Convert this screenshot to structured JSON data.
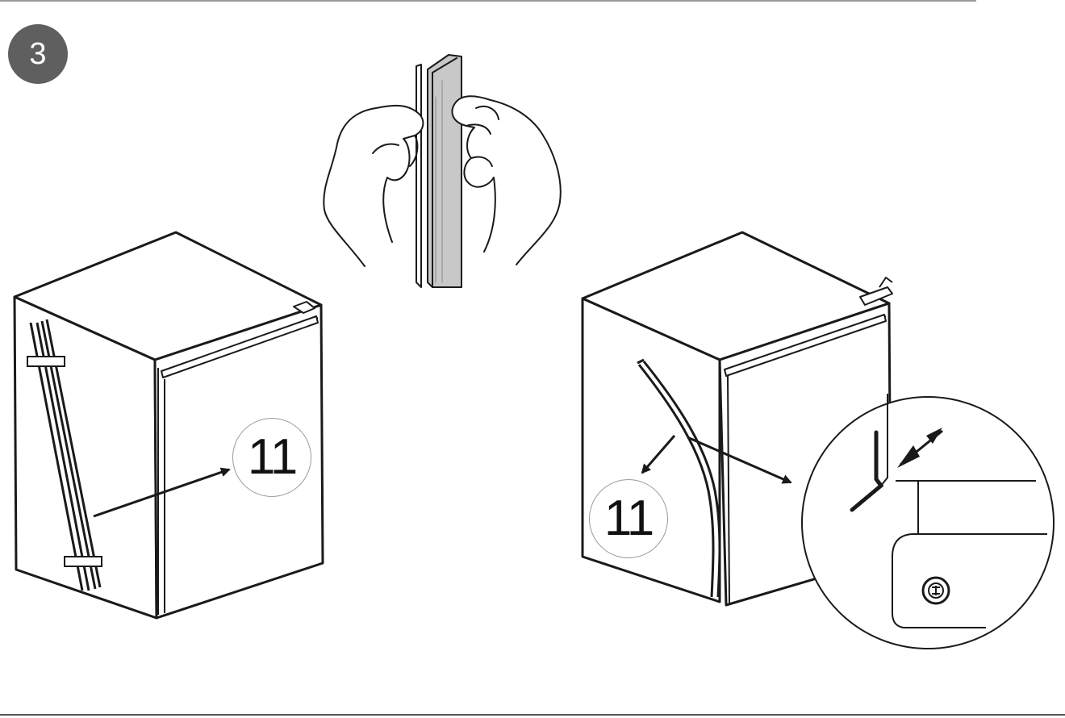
{
  "step": {
    "number": "3"
  },
  "callouts": {
    "left_part_number": "11",
    "right_part_number": "11"
  },
  "colors": {
    "line": "#1a1a1a",
    "badge": "#5f5f5f",
    "strip": "#c8c8c8",
    "callout_border": "#9a9a9a"
  },
  "icons": [
    "hands-peeling-strip-icon",
    "cabinet-icon",
    "seal-strip-icon",
    "arrow-icon",
    "detail-magnifier-icon",
    "screw-icon"
  ]
}
